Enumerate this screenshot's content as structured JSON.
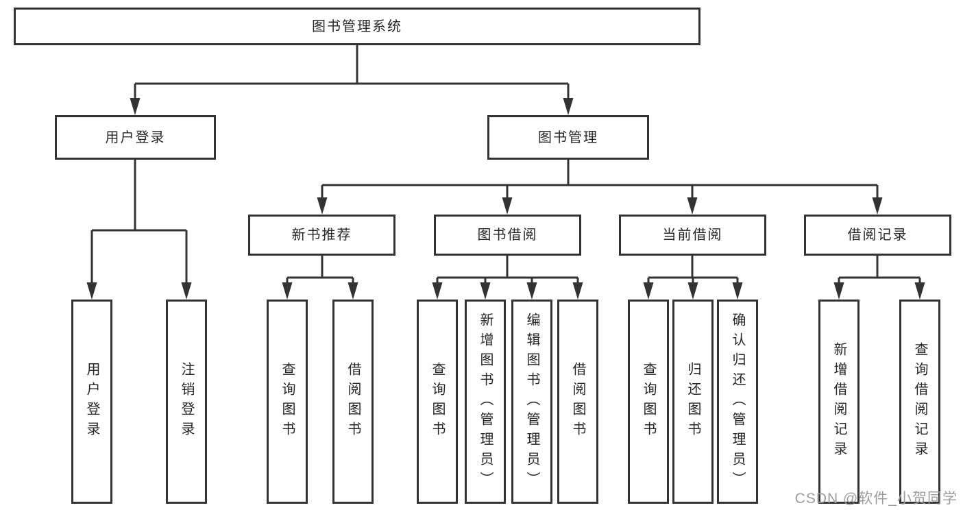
{
  "nodes": {
    "root": "图书管理系统",
    "user_login": "用户登录",
    "book_mgmt": "图书管理",
    "user_login_children": {
      "login": "用户登录",
      "logout": "注销登录"
    },
    "new_book_rec": "新书推荐",
    "book_borrow": "图书借阅",
    "current_borrow": "当前借阅",
    "borrow_record": "借阅记录",
    "new_book_rec_children": {
      "query": "查询图书",
      "borrow": "借阅图书"
    },
    "book_borrow_children": {
      "query": "查询图书",
      "add": "新增图书（管理员）",
      "edit": "编辑图书（管理员）",
      "borrow": "借阅图书"
    },
    "current_borrow_children": {
      "query": "查询图书",
      "return": "归还图书",
      "confirm": "确认归还（管理员）"
    },
    "borrow_record_children": {
      "add": "新增借阅记录",
      "query": "查询借阅记录"
    }
  },
  "watermark": "CSDN @软件_小贺同学",
  "colors": {
    "line": "#333333",
    "text": "#262626",
    "watermark": "#9c9c9c",
    "background": "#ffffff"
  }
}
